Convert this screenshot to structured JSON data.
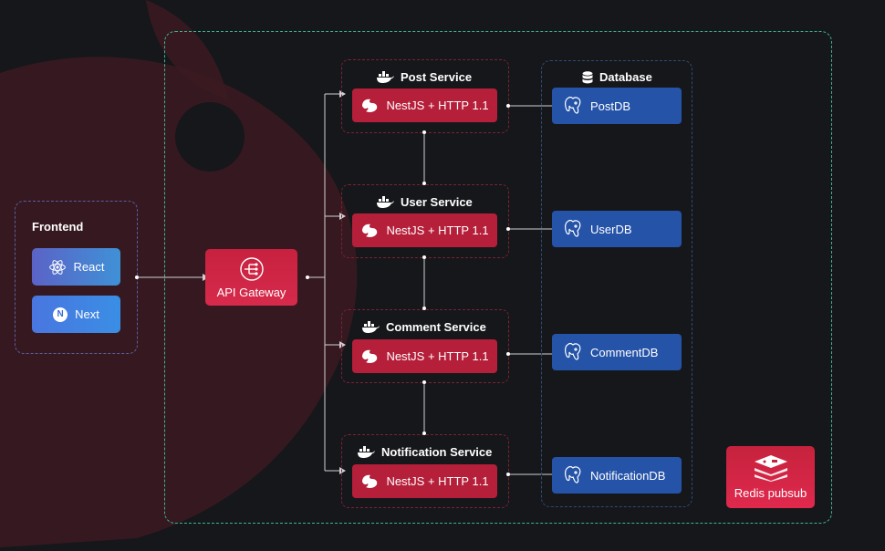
{
  "frontend": {
    "title": "Frontend",
    "react_label": "React",
    "next_label": "Next",
    "next_icon_letter": "N"
  },
  "gateway": {
    "label": "API Gateway"
  },
  "database": {
    "title": "Database"
  },
  "services": [
    {
      "title": "Post Service",
      "stack": "NestJS + HTTP 1.1",
      "db": "PostDB"
    },
    {
      "title": "User Service",
      "stack": "NestJS + HTTP 1.1",
      "db": "UserDB"
    },
    {
      "title": "Comment Service",
      "stack": "NestJS + HTTP 1.1",
      "db": "CommentDB"
    },
    {
      "title": "Notification Service",
      "stack": "NestJS + HTTP 1.1",
      "db": "NotificationDB"
    }
  ],
  "redis": {
    "label": "Redis pubsub"
  },
  "colors": {
    "background": "#16171a",
    "group_border": "#3bb58e",
    "service_red": "#b51f3a",
    "db_blue": "#2553a8"
  }
}
